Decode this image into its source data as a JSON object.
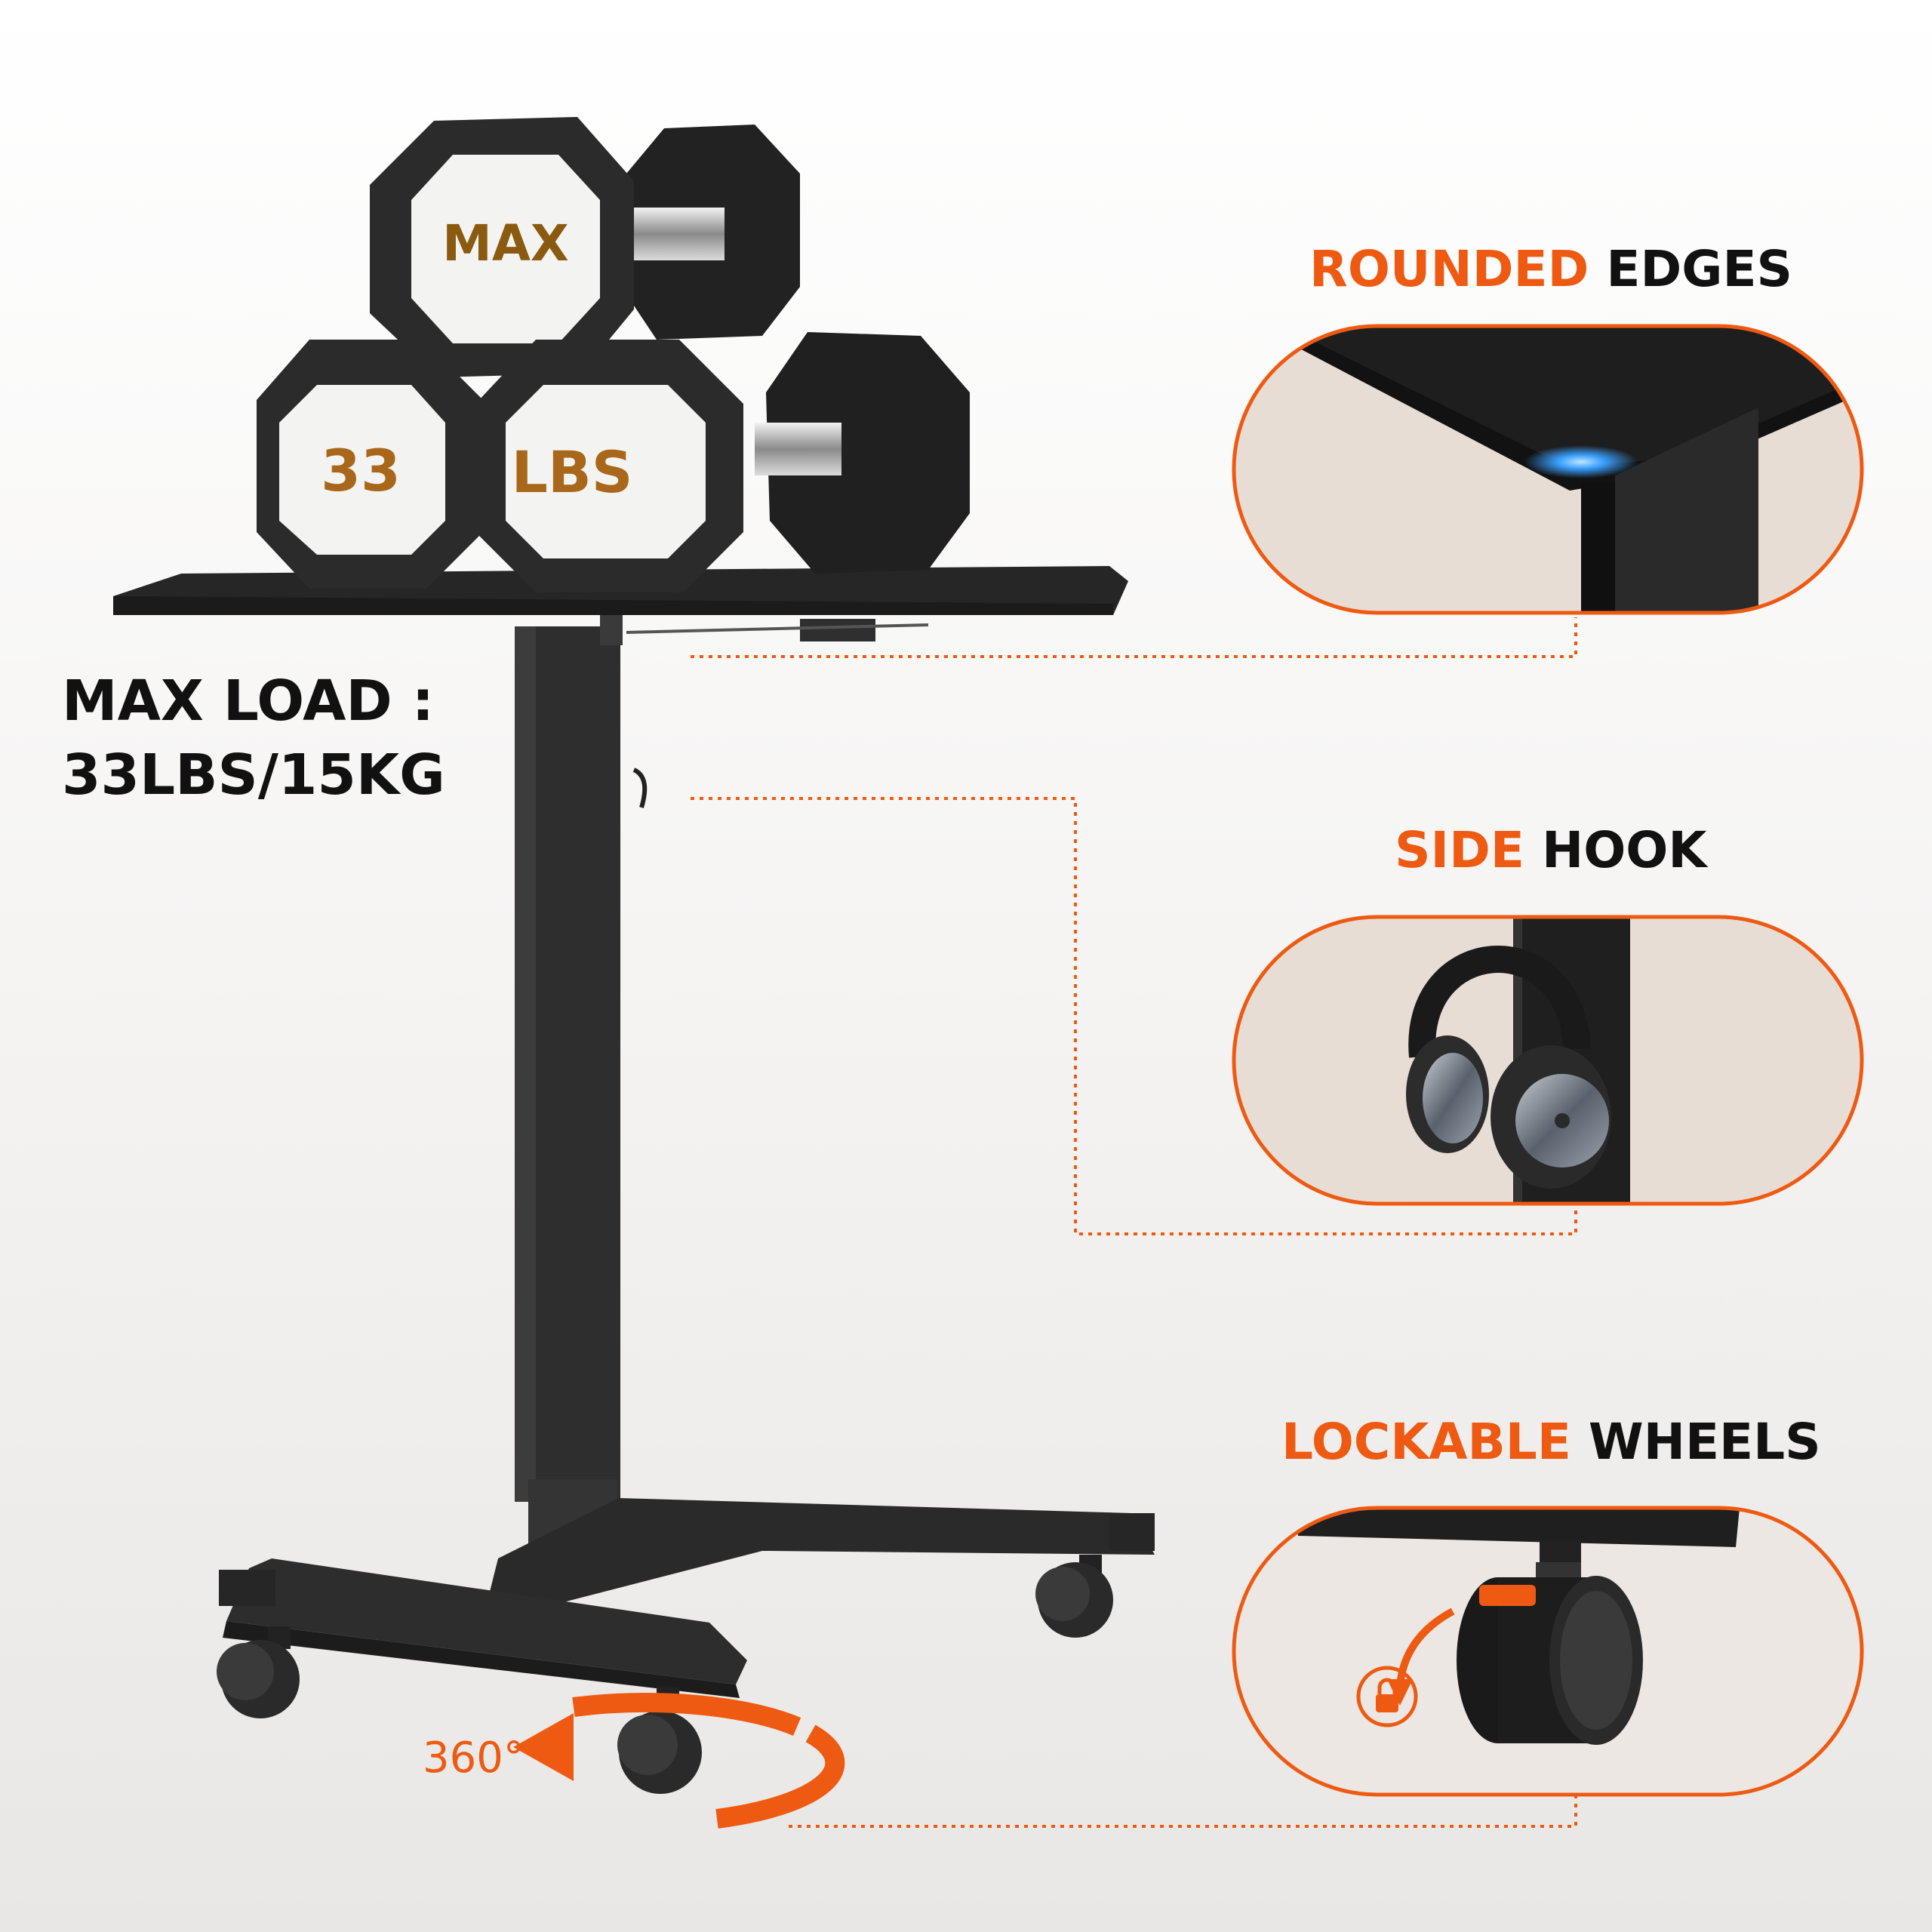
{
  "dumbbells": {
    "top_label": "MAX",
    "left_label": "33",
    "right_label": "LBS"
  },
  "max_load": {
    "line1": "MAX LOAD :",
    "line2": "33LBS/15KG"
  },
  "features": [
    {
      "accent": "ROUNDED",
      "rest": "EDGES",
      "icon": "desk-corner-icon"
    },
    {
      "accent": "SIDE",
      "rest": "HOOK",
      "icon": "headphones-on-hook-icon"
    },
    {
      "accent": "LOCKABLE",
      "rest": "WHEELS",
      "icon": "locking-caster-icon"
    }
  ],
  "rotation_label": "360°",
  "colors": {
    "accent": "#ee5a12",
    "frame": "#2b2b2b",
    "panel_bg": "#e8ddd5"
  }
}
